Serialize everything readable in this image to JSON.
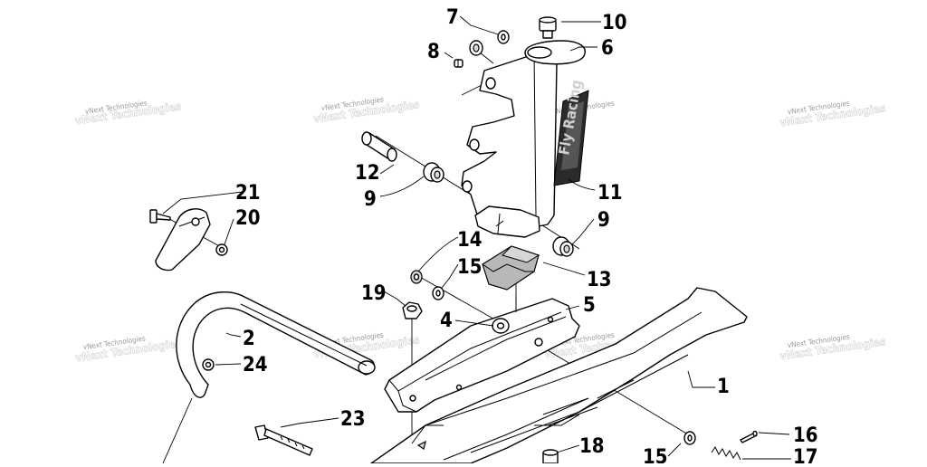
{
  "diagram": {
    "callouts": [
      "1",
      "2",
      "4",
      "5",
      "6",
      "7",
      "8",
      "9",
      "9",
      "10",
      "11",
      "12",
      "13",
      "14",
      "15",
      "15",
      "16",
      "17",
      "18",
      "19",
      "20",
      "21",
      "23",
      "24"
    ],
    "watermark": "vNext Technologies",
    "decal_text": "Fly Racing"
  }
}
